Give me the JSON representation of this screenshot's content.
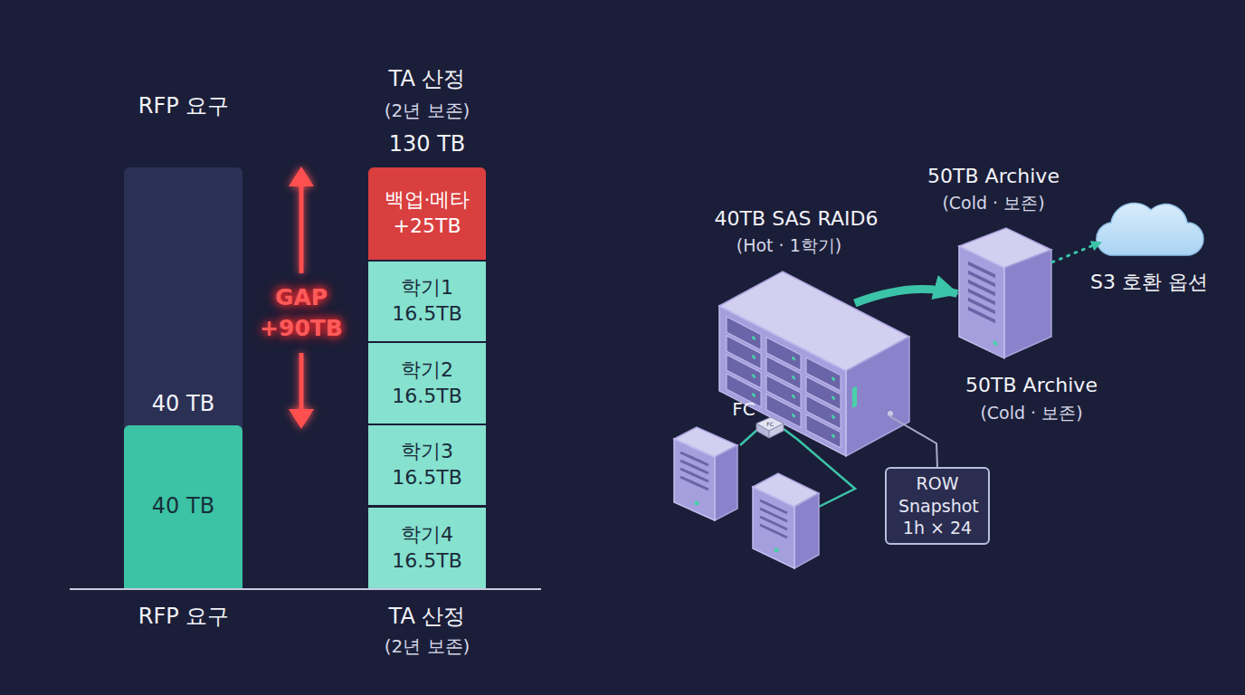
{
  "diagram": {
    "nodes": [
      {
        "text": [
          "40 TB"
        ]
      },
      {
        "text": [
          "40 TB"
        ],
        "in": 0
      },
      {
        "text": [
          "백업·메타 +25TB"
        ]
      },
      {
        "text": [
          "학기1 16.5TB"
        ]
      },
      {
        "text": [
          "학기2 16.5TB"
        ]
      },
      {
        "text": [
          "학기3 16.5TB"
        ]
      },
      {
        "text": [
          "학기4 16.5TB"
        ]
      },
      {
        "text": [
          "40TB SAS RAID6",
          "(Hot · 1학기)"
        ]
      },
      {
        "text": [
          "50TB Archive",
          "(Cold · 보존)"
        ]
      },
      {
        "text": [
          "S3 호환 옵션"
        ]
      },
      {
        "text": [
          "FC",
          "FC"
        ]
      },
      {
        "text": [
          "ROW Snapshot 1h × 24"
        ]
      }
    ],
    "edges": [
      {
        "from": 7,
        "to": 8,
        "arrow": "to"
      },
      {
        "from": 8,
        "to": 9,
        "arrow": "to"
      },
      {
        "from": 7,
        "to": 11,
        "arrow": "none"
      }
    ],
    "labels": [
      "RFP 요구",
      "TA 산정",
      "(2년 보존)",
      "130 TB",
      "GAP +90TB",
      "RFP 요구",
      "TA 산정",
      "(2년 보존)",
      "50TB Archive",
      "(Cold · 보존)"
    ]
  }
}
